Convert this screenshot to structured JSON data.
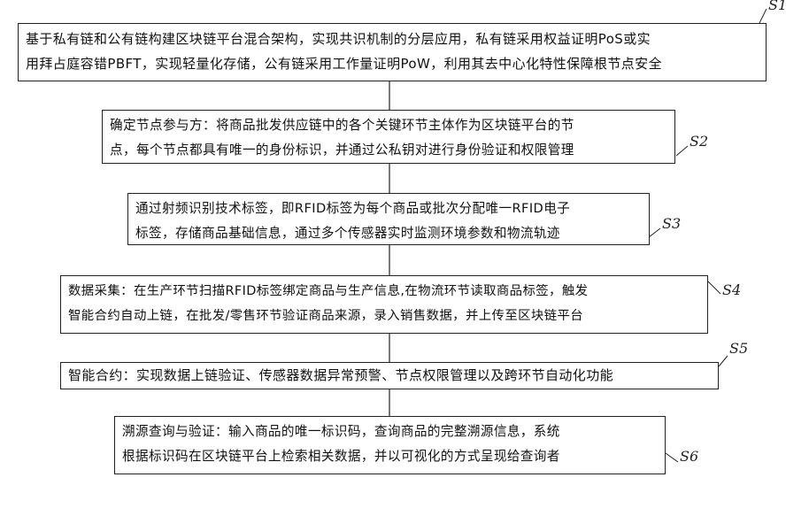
{
  "steps": [
    {
      "label": "S1",
      "lines": [
        "基于私有链和公有链构建区块链平台混合架构，实现共识机制的分层应用，私有链采用权益证明PoS或实",
        "用拜占庭容错PBFT，实现轻量化存储，公有链采用工作量证明PoW，利用其去中心化特性保障根节点安全"
      ]
    },
    {
      "label": "S2",
      "lines": [
        "确定节点参与方：将商品批发供应链中的各个关键环节主体作为区块链平台的节",
        "点，每个节点都具有唯一的身份标识，并通过公私钥对进行身份验证和权限管理"
      ]
    },
    {
      "label": "S3",
      "lines": [
        "通过射频识别技术标签，即RFID标签为每个商品或批次分配唯一RFID电子",
        "标签，存储商品基础信息，通过多个传感器实时监测环境参数和物流轨迹"
      ]
    },
    {
      "label": "S4",
      "lines": [
        "数据采集：在生产环节扫描RFID标签绑定商品与生产信息,在物流环节读取商品标签，触发",
        "智能合约自动上链，在批发/零售环节验证商品来源，录入销售数据，并上传至区块链平台"
      ]
    },
    {
      "label": "S5",
      "lines": [
        "智能合约：实现数据上链验证、传感器数据异常预警、节点权限管理以及跨环节自动化功能"
      ]
    },
    {
      "label": "S6",
      "lines": [
        "溯源查询与验证：输入商品的唯一标识码，查询商品的完整溯源信息，系统",
        "根据标识码在区块链平台上检索相关数据，并以可视化的方式呈现给查询者"
      ]
    }
  ]
}
